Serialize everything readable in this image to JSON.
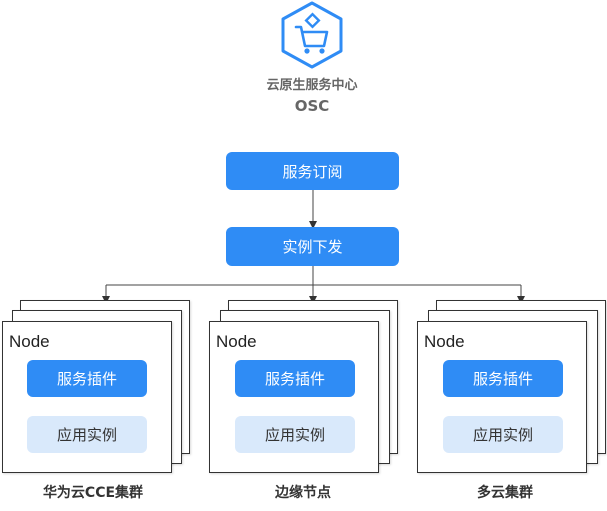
{
  "header": {
    "icon": "shopping-cart-hexagon-icon",
    "title": "云原生服务中心",
    "subtitle": "OSC"
  },
  "flow": {
    "step1": "服务订阅",
    "step2": "实例下发"
  },
  "clusters": [
    {
      "node_label": "Node",
      "plugin_label": "服务插件",
      "instance_label": "应用实例",
      "name": "华为云CCE集群"
    },
    {
      "node_label": "Node",
      "plugin_label": "服务插件",
      "instance_label": "应用实例",
      "name": "边缘节点"
    },
    {
      "node_label": "Node",
      "plugin_label": "服务插件",
      "instance_label": "应用实例",
      "name": "多云集群"
    }
  ],
  "colors": {
    "primary": "#2f8cf5",
    "light": "#d9e9fb",
    "text": "#333333"
  }
}
